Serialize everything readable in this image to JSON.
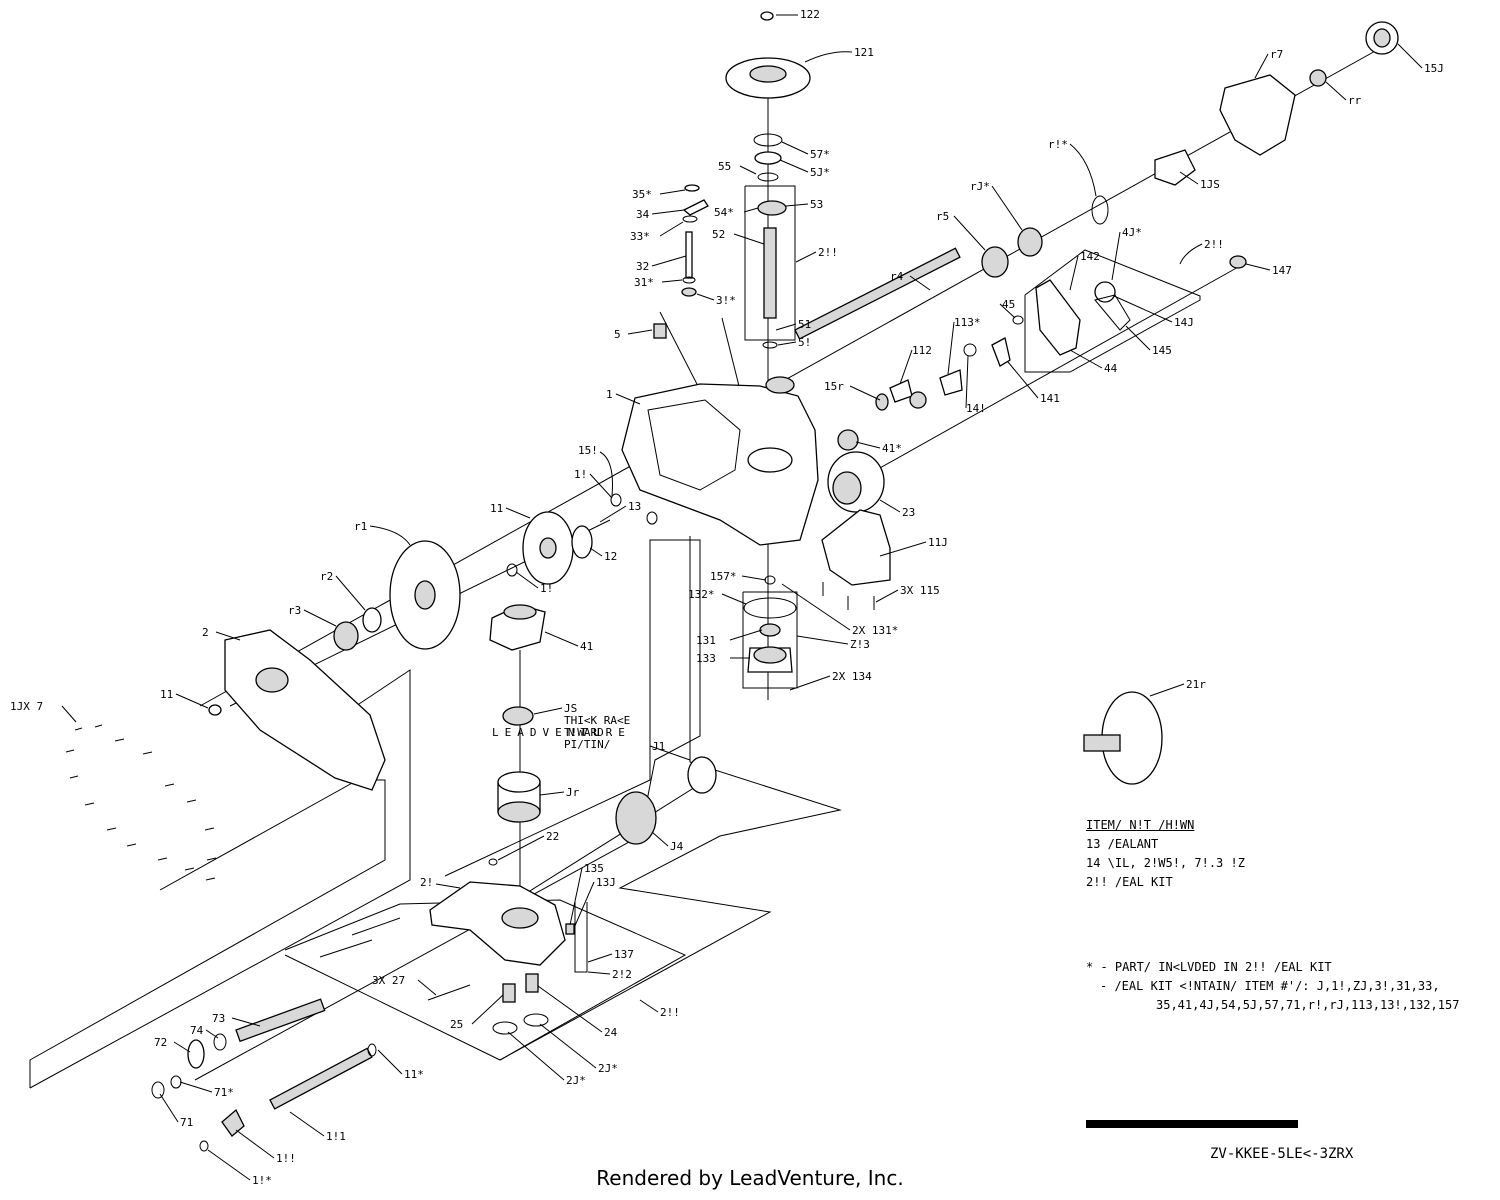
{
  "watermark": "LEADVENTURE",
  "footer": "Rendered by LeadVenture, Inc.",
  "drawing_number": "ZV-KKEE-5LE<-3ZRX",
  "notes": {
    "heading": "ITEM/ N!T /H!WN",
    "lines": [
      "13 /EALANT",
      "14 \\IL, 2!W5!, 7!.3 !Z",
      "2!! /EAL KIT"
    ]
  },
  "kit": {
    "line1": "* - PART/ IN<LVDED IN 2!! /EAL KIT",
    "line2": "- /EAL KIT <!NTAIN/ ITEM #'/: J,1!,ZJ,3!,31,33,",
    "line3": "35,41,4J,54,5J,57,71,r!,rJ,113,13!,132,157"
  },
  "callouts": [
    {
      "id": "c122",
      "label": "122"
    },
    {
      "id": "c121",
      "label": "121"
    },
    {
      "id": "c57",
      "label": "57*"
    },
    {
      "id": "c5j",
      "label": "5J*"
    },
    {
      "id": "c55",
      "label": "55"
    },
    {
      "id": "c54",
      "label": "54*"
    },
    {
      "id": "c53",
      "label": "53"
    },
    {
      "id": "c52",
      "label": "52"
    },
    {
      "id": "c211a",
      "label": "2!!"
    },
    {
      "id": "c51a",
      "label": "51"
    },
    {
      "id": "c51b",
      "label": "5!"
    },
    {
      "id": "c35",
      "label": "35*"
    },
    {
      "id": "c34",
      "label": "34"
    },
    {
      "id": "c33",
      "label": "33*"
    },
    {
      "id": "c32",
      "label": "32"
    },
    {
      "id": "c31a",
      "label": "31*"
    },
    {
      "id": "c31b",
      "label": "3!*"
    },
    {
      "id": "c5",
      "label": "5"
    },
    {
      "id": "c1",
      "label": "1"
    },
    {
      "id": "c159",
      "label": "15!"
    },
    {
      "id": "c11a",
      "label": "1!"
    },
    {
      "id": "c13",
      "label": "13"
    },
    {
      "id": "c11b",
      "label": "11"
    },
    {
      "id": "c12",
      "label": "12"
    },
    {
      "id": "c11c",
      "label": "1!"
    },
    {
      "id": "cr1",
      "label": "r1"
    },
    {
      "id": "cr2",
      "label": "r2"
    },
    {
      "id": "cr3",
      "label": "r3"
    },
    {
      "id": "c2",
      "label": "2"
    },
    {
      "id": "c11d",
      "label": "11"
    },
    {
      "id": "c10x7",
      "label": "1JX 7"
    },
    {
      "id": "c41b",
      "label": "41"
    },
    {
      "id": "cjs",
      "label": "JS"
    },
    {
      "id": "cthick",
      "label": "THI<K RA<E"
    },
    {
      "id": "ctoward",
      "label": "T!WARD"
    },
    {
      "id": "cpiton",
      "label": "PI/TIN/"
    },
    {
      "id": "cj1",
      "label": "J1"
    },
    {
      "id": "cjr",
      "label": "Jr"
    },
    {
      "id": "cj4",
      "label": "J4"
    },
    {
      "id": "c22",
      "label": "22"
    },
    {
      "id": "c21",
      "label": "2!"
    },
    {
      "id": "c135",
      "label": "135"
    },
    {
      "id": "c13j",
      "label": "13J"
    },
    {
      "id": "c137",
      "label": "137"
    },
    {
      "id": "c212",
      "label": "2!2"
    },
    {
      "id": "c211c",
      "label": "2!!"
    },
    {
      "id": "c3x27",
      "label": "3X 27"
    },
    {
      "id": "c25",
      "label": "25"
    },
    {
      "id": "c24",
      "label": "24"
    },
    {
      "id": "c2ja",
      "label": "2J*"
    },
    {
      "id": "c2jb",
      "label": "2J*"
    },
    {
      "id": "c73",
      "label": "73"
    },
    {
      "id": "c72",
      "label": "72"
    },
    {
      "id": "c74",
      "label": "74"
    },
    {
      "id": "c71a",
      "label": "71*"
    },
    {
      "id": "c71b",
      "label": "71"
    },
    {
      "id": "c11e",
      "label": "11*"
    },
    {
      "id": "c111a",
      "label": "1!1"
    },
    {
      "id": "c111b",
      "label": "1!!"
    },
    {
      "id": "c11f",
      "label": "1!*"
    },
    {
      "id": "c157",
      "label": "157*"
    },
    {
      "id": "c132",
      "label": "132*"
    },
    {
      "id": "c131",
      "label": "131"
    },
    {
      "id": "c133",
      "label": "133"
    },
    {
      "id": "c2x131",
      "label": "2X 131*"
    },
    {
      "id": "cz13",
      "label": "Z!3"
    },
    {
      "id": "c2x134",
      "label": "2X 134"
    },
    {
      "id": "c11j",
      "label": "11J"
    },
    {
      "id": "c3x115",
      "label": "3X 115"
    },
    {
      "id": "c23",
      "label": "23"
    },
    {
      "id": "c41a",
      "label": "41*"
    },
    {
      "id": "c15r",
      "label": "15r"
    },
    {
      "id": "c112",
      "label": "112"
    },
    {
      "id": "c113",
      "label": "113*"
    },
    {
      "id": "c141a",
      "label": "14!"
    },
    {
      "id": "c141b",
      "label": "141"
    },
    {
      "id": "c44",
      "label": "44"
    },
    {
      "id": "c45",
      "label": "45"
    },
    {
      "id": "c142",
      "label": "142"
    },
    {
      "id": "c4j",
      "label": "4J*"
    },
    {
      "id": "c211b",
      "label": "2!!"
    },
    {
      "id": "c147",
      "label": "147"
    },
    {
      "id": "c14j",
      "label": "14J"
    },
    {
      "id": "c145",
      "label": "145"
    },
    {
      "id": "cr4",
      "label": "r4"
    },
    {
      "id": "cr5",
      "label": "r5"
    },
    {
      "id": "crj",
      "label": "rJ*"
    },
    {
      "id": "cr1b",
      "label": "r!*"
    },
    {
      "id": "c10s",
      "label": "1JS"
    },
    {
      "id": "cr7",
      "label": "r7"
    },
    {
      "id": "crr",
      "label": "rr"
    },
    {
      "id": "c15j",
      "label": "15J"
    },
    {
      "id": "c21r",
      "label": "21r"
    }
  ]
}
